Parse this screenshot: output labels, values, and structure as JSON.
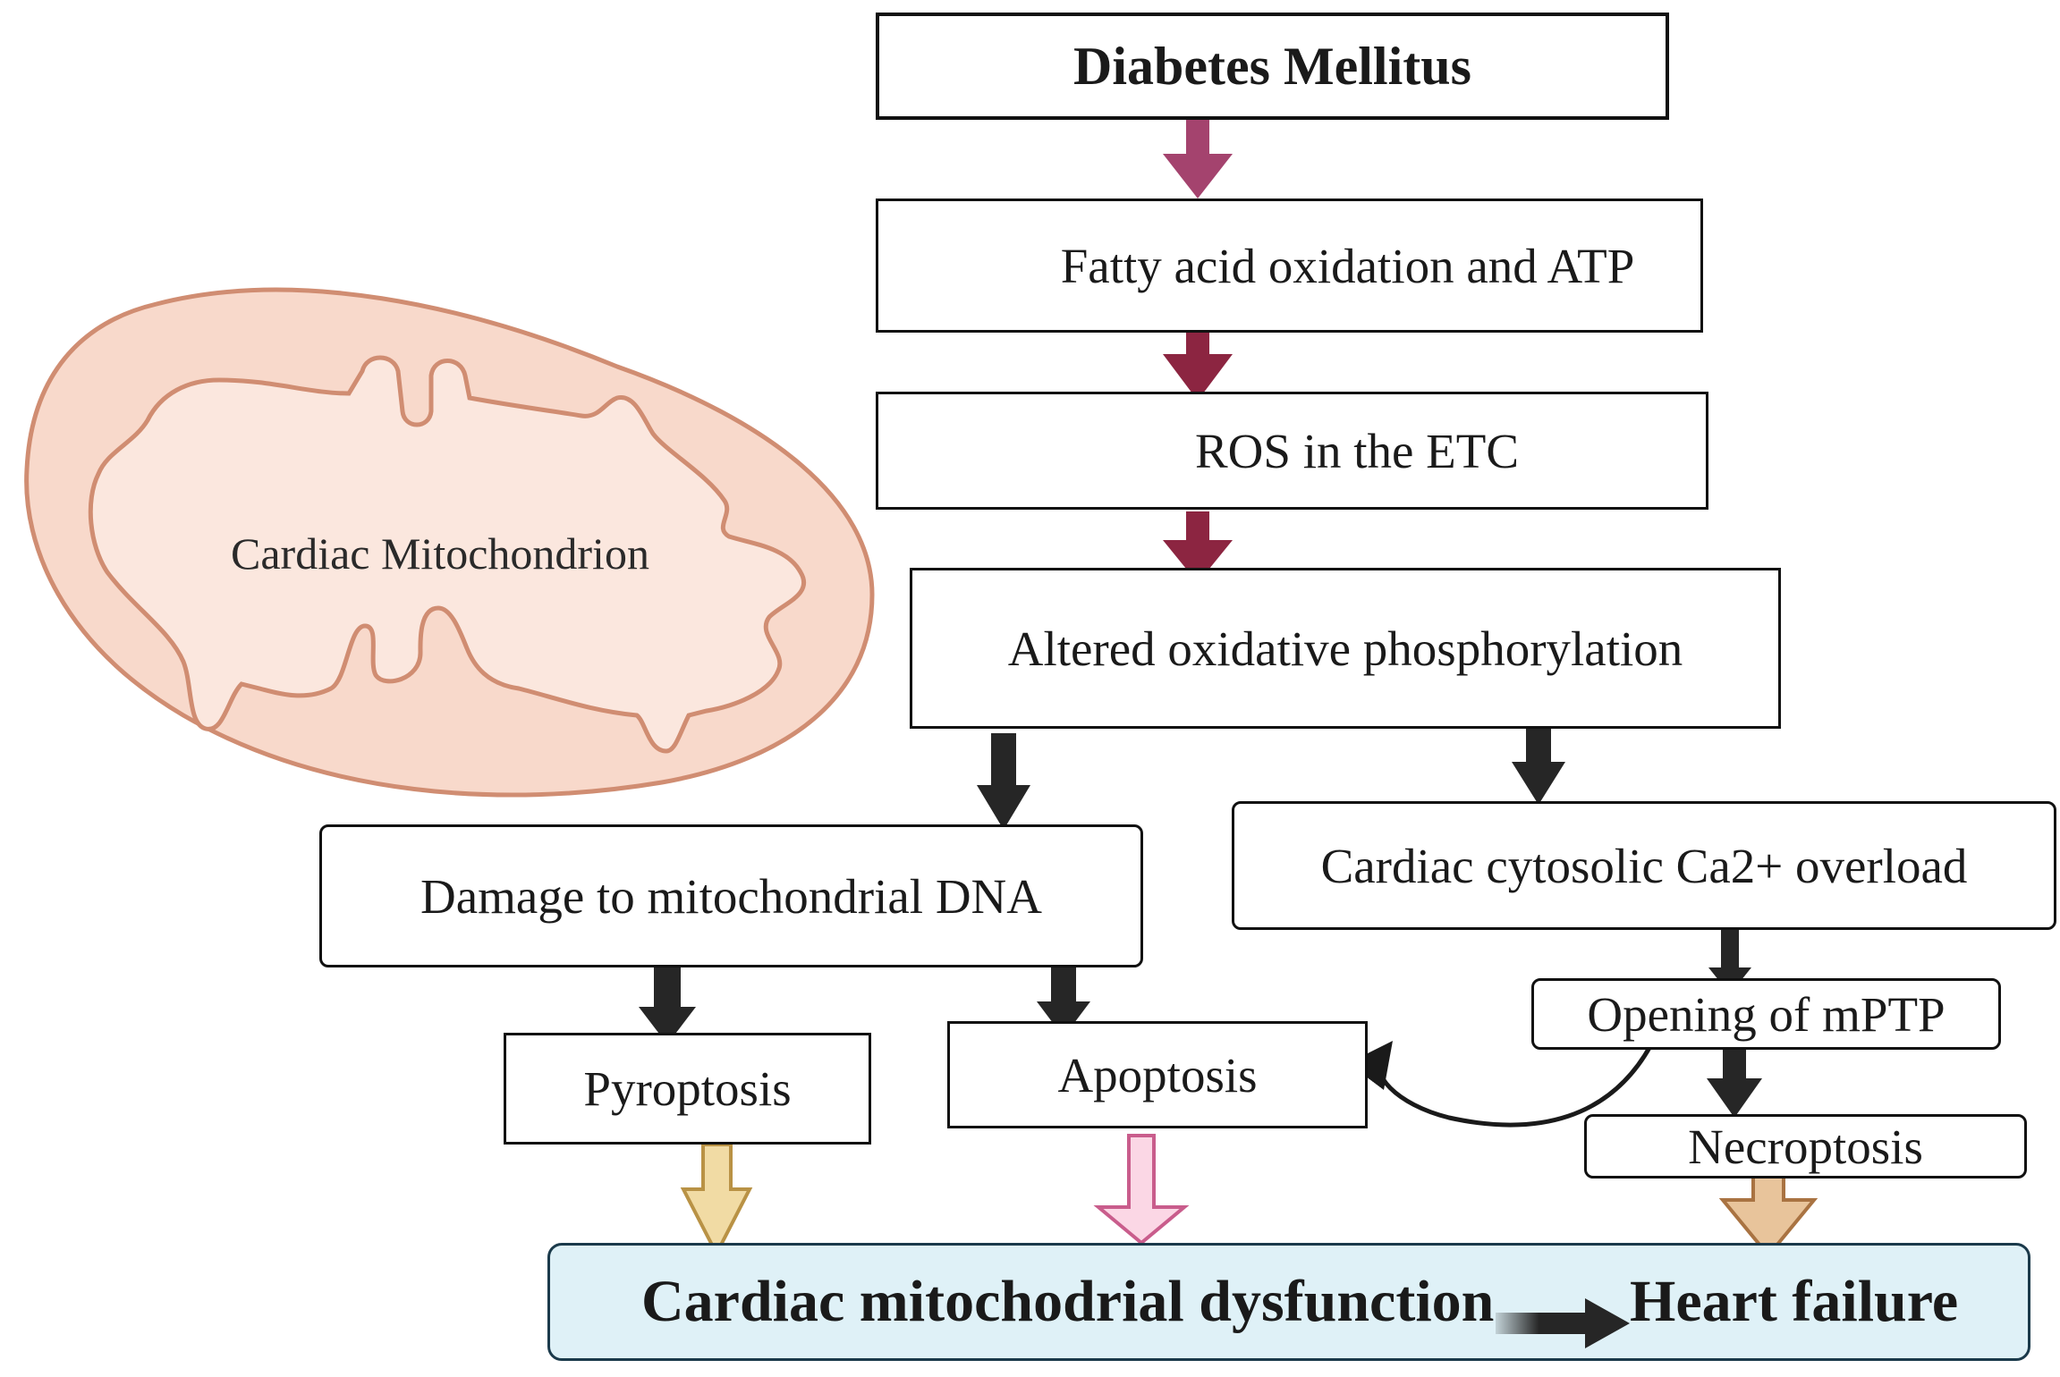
{
  "mitochondrion": {
    "label": "Cardiac Mitochondrion"
  },
  "nodes": {
    "diabetes": "Diabetes Mellitus",
    "fatty_acid": "Fatty acid oxidation and ATP",
    "ros": "ROS in the ETC",
    "oxphos": "Altered oxidative phosphorylation",
    "mtdna": "Damage to mitochondrial DNA",
    "calcium": "Cardiac cytosolic Ca2+ overload",
    "mptp": "Opening of mPTP",
    "pyroptosis": "Pyroptosis",
    "apoptosis": "Apoptosis",
    "necroptosis": "Necroptosis"
  },
  "outcome": {
    "dysfunction": "Cardiac mitochodrial dysfunction",
    "heart_failure": "Heart failure"
  },
  "colors": {
    "arrow_dark": "#262626",
    "arrow_magenta": "#a4436e",
    "arrow_crimson": "#8c2541",
    "arrow_tan_fill": "#f1dba4",
    "arrow_tan_stroke": "#b99245",
    "arrow_pink_fill": "#fbd7e5",
    "arrow_pink_stroke": "#c95d8c",
    "arrow_orange_fill": "#e8c49b",
    "arrow_orange_stroke": "#a97342",
    "mito_fill": "#f8d9cb",
    "mito_stroke": "#d08d72",
    "outcome_fill": "#dff1f7"
  }
}
